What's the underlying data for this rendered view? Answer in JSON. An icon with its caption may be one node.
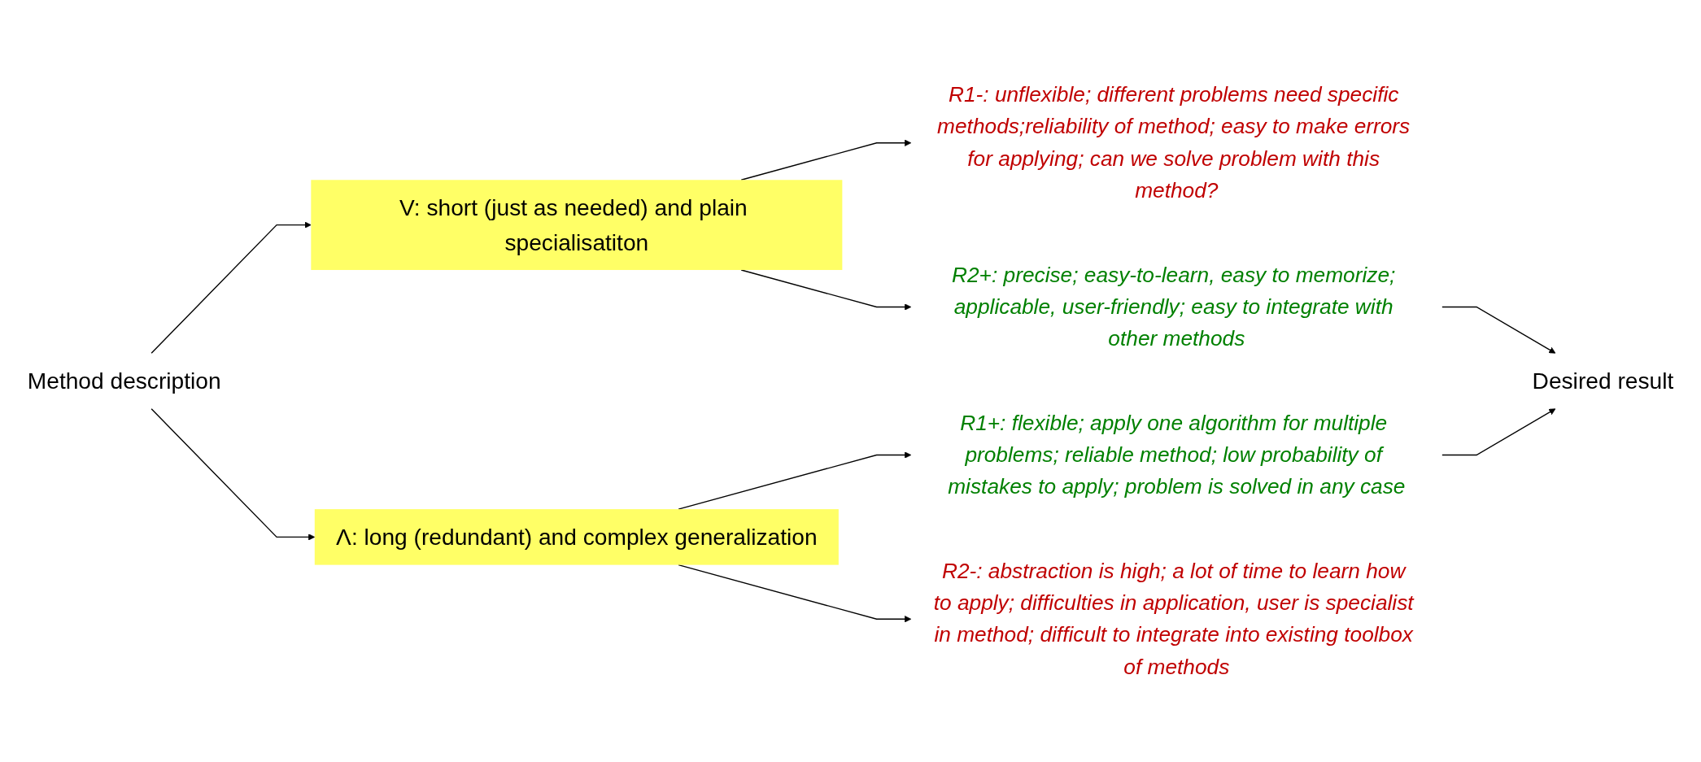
{
  "diagram": {
    "nodes": [
      {
        "text": [
          "Method description"
        ]
      },
      {
        "text": [
          "V: short (just as needed) and plain specialisatiton"
        ]
      },
      {
        "text": [
          "Λ: long (redundant) and complex generalization"
        ]
      },
      {
        "text": [
          "R1-: unflexible; different problems need specific methods;reliability of method; easy to make errors for applying; can we solve problem with this method?"
        ]
      },
      {
        "text": [
          "R2+: precise; easy-to-learn, easy to memorize; applicable, user-friendly; easy to integrate with other methods"
        ]
      },
      {
        "text": [
          "R1+: flexible; apply one algorithm for multiple problems; reliable method; low probability of mistakes to apply; problem is solved in any case"
        ]
      },
      {
        "text": [
          "R2-: abstraction is high; a lot of time to learn how to apply; difficulties in application, user is specialist in method; difficult to integrate into existing toolbox of methods"
        ]
      },
      {
        "text": [
          "Desired result"
        ]
      }
    ],
    "edges": [
      {
        "from": 0,
        "to": 1,
        "arrow": "to"
      },
      {
        "from": 0,
        "to": 2,
        "arrow": "to"
      },
      {
        "from": 1,
        "to": 3,
        "arrow": "to"
      },
      {
        "from": 1,
        "to": 4,
        "arrow": "to"
      },
      {
        "from": 2,
        "to": 5,
        "arrow": "to"
      },
      {
        "from": 2,
        "to": 6,
        "arrow": "to"
      },
      {
        "from": 4,
        "to": 7,
        "arrow": "to"
      },
      {
        "from": 5,
        "to": 7,
        "arrow": "to"
      }
    ]
  }
}
